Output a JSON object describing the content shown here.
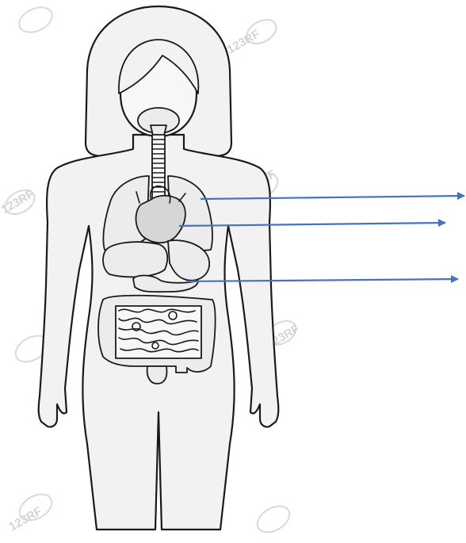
{
  "diagram": {
    "subject": "female human body outline with internal organs",
    "arrow_color": "#4472c4",
    "arrows": [
      {
        "id": "lungs-arrow",
        "target_organ": "lung"
      },
      {
        "id": "heart-arrow",
        "target_organ": "heart"
      },
      {
        "id": "stomach-arrow",
        "target_organ": "stomach"
      }
    ],
    "labels": []
  },
  "watermark": {
    "text": "123RF",
    "color": "#d4d4d4"
  }
}
